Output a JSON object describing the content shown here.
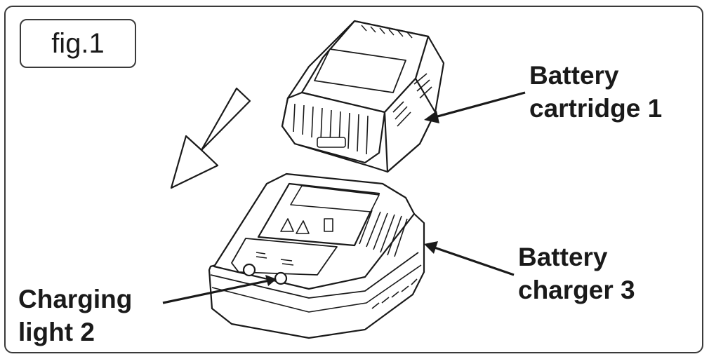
{
  "figure": {
    "label": "fig.1"
  },
  "callouts": {
    "battery_cartridge": {
      "line1": "Battery",
      "line2": "cartridge 1"
    },
    "charging_light": {
      "line1": "Charging",
      "line2": "light 2"
    },
    "battery_charger": {
      "line1": "Battery",
      "line2": "charger 3"
    }
  },
  "colors": {
    "ink": "#1a1a1a",
    "frame": "#3a3a3a",
    "background": "#ffffff"
  }
}
